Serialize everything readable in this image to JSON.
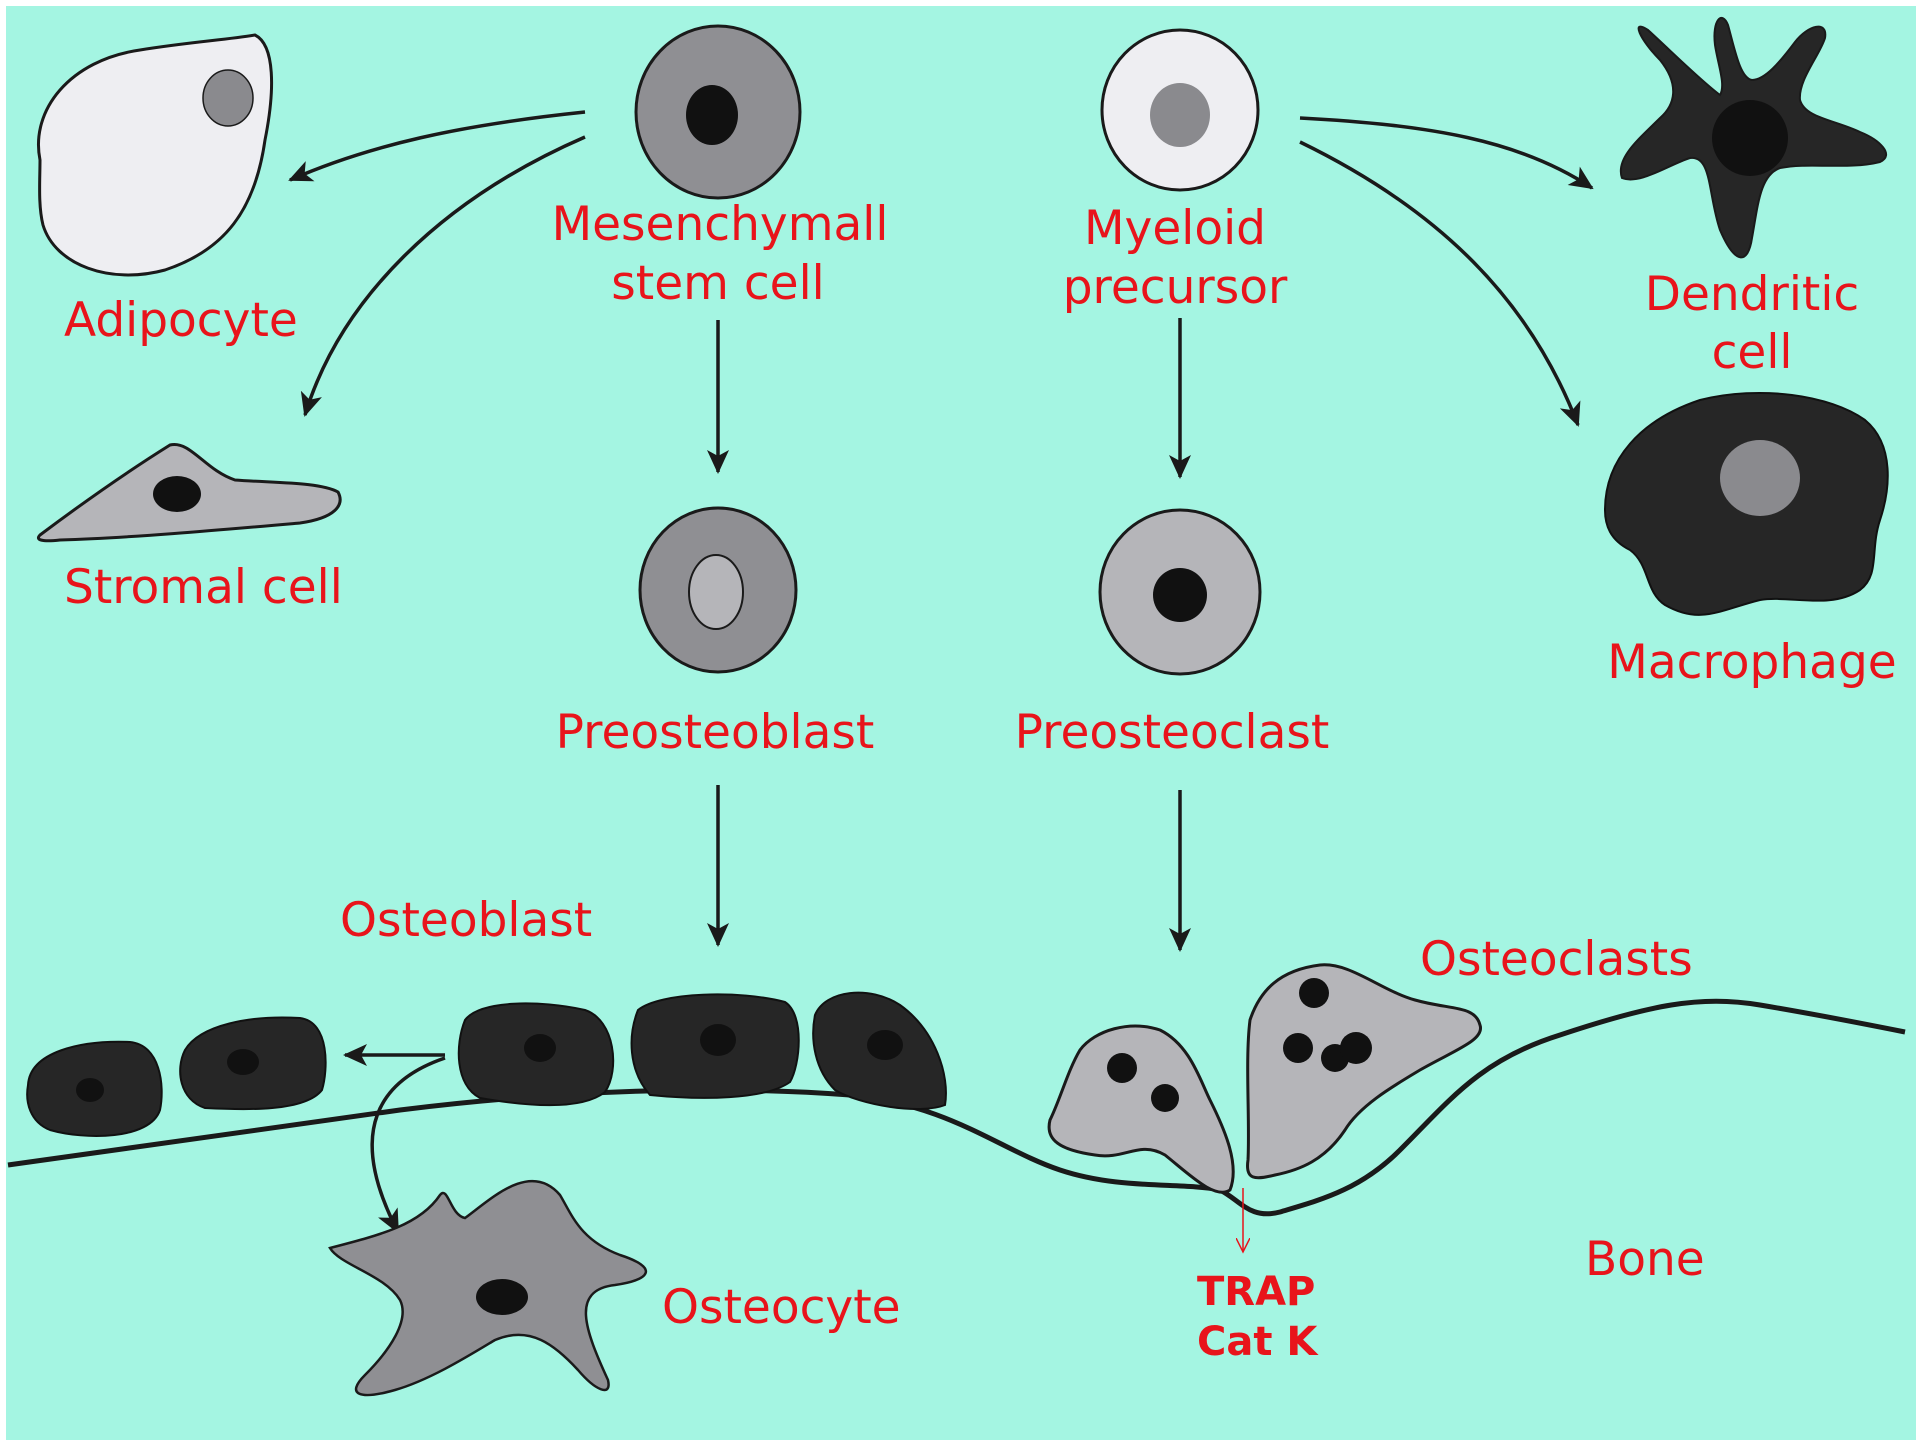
{
  "colors": {
    "background": "#a4f5e2",
    "label": "#e8141b",
    "outline": "#1a1a1a",
    "cell_dark": "#262626",
    "cell_gray": "#8f8f93",
    "cell_light_gray": "#b5b5b9",
    "cell_very_light": "#eeeef2",
    "nucleus_dark": "#111111",
    "nucleus_gray": "#8a8a8e"
  },
  "labels": {
    "adipocyte": "Adipocyte",
    "stromal_cell": "Stromal cell",
    "msc_line1": "Mesenchymall",
    "msc_line2": "stem cell",
    "myeloid_line1": "Myeloid",
    "myeloid_line2": "precursor",
    "dendritic_line1": "Dendritic",
    "dendritic_line2": "cell",
    "macrophage": "Macrophage",
    "preosteoblast": "Preosteoblast",
    "preosteoclast": "Preosteoclast",
    "osteoblast": "Osteoblast",
    "osteoclasts": "Osteoclasts",
    "osteocyte": "Osteocyte",
    "bone": "Bone",
    "trap": "TRAP",
    "cat_k": "Cat K"
  },
  "icons": [
    "adipocyte-cell-icon",
    "stromal-cell-icon",
    "mesenchymal-stem-cell-icon",
    "myeloid-precursor-cell-icon",
    "dendritic-cell-icon",
    "macrophage-cell-icon",
    "preosteoblast-cell-icon",
    "preosteoclast-cell-icon",
    "osteoblast-cell-icon",
    "osteoclast-cell-icon",
    "osteocyte-cell-icon",
    "bone-surface-line"
  ]
}
